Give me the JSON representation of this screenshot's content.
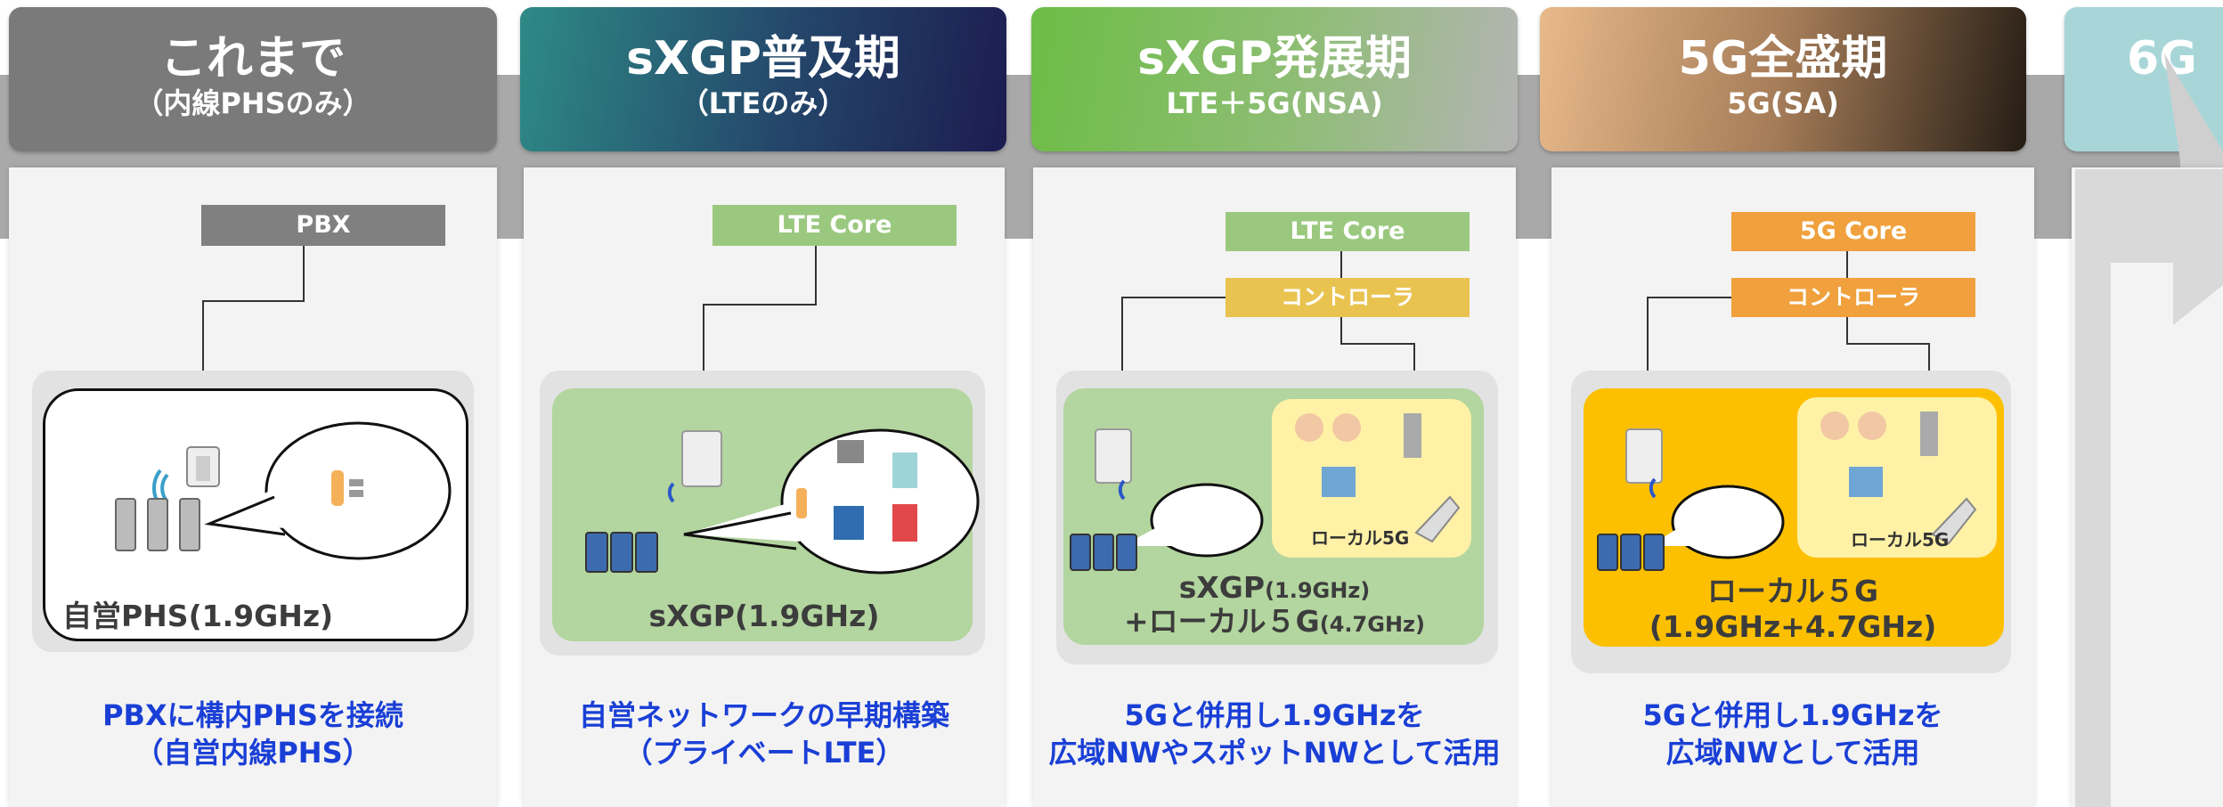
{
  "stages": [
    {
      "title": "これまで",
      "subtitle": "（内線PHSのみ）",
      "core": "PBX",
      "caption": "自営PHS(1.9GHz)",
      "desc1": "PBXに構内PHSを接続",
      "desc2": "（自営内線PHS）"
    },
    {
      "title": "sXGP普及期",
      "subtitle": "（LTEのみ）",
      "core": "LTE Core",
      "caption": "sXGP(1.9GHz)",
      "desc1": "自営ネットワークの早期構築",
      "desc2": "（プライベートLTE）"
    },
    {
      "title": "sXGP発展期",
      "subtitle": "LTE＋5G(NSA)",
      "core": "LTE Core",
      "controller": "コントローラ",
      "local5g": "ローカル5G",
      "cap1a": "sXGP",
      "cap1b": "(1.9GHz)",
      "cap2a": "+ローカル５G",
      "cap2b": "(4.7GHz)",
      "desc1": "5Gと併用し1.9GHzを",
      "desc2": "広域NWやスポットNWとして活用"
    },
    {
      "title": "5G全盛期",
      "subtitle": "5G(SA)",
      "core": "5G Core",
      "controller": "コントローラ",
      "local5g": "ローカル5G",
      "caption1": "ローカル５G",
      "caption2": "(1.9GHz+4.7GHz)",
      "desc1": "5Gと併用し1.9GHzを",
      "desc2": "広域NWとして活用"
    },
    {
      "title": "6G"
    }
  ],
  "colors": {
    "pbx": "#808080",
    "lte": "#9bc87f",
    "ctrl_yellow": "#e9c34f",
    "core5g": "#f0a03c",
    "desc": "#1a3fd6"
  }
}
